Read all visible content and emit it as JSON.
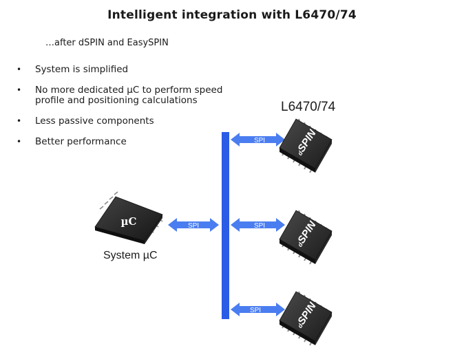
{
  "slide": {
    "title": "Intelligent integration with L6470/74",
    "subtitle": "…after dSPIN and EasySPIN",
    "bullets": [
      "System is simplified",
      "No more dedicated µC to perform speed profile and positioning calculations",
      "Less passive components",
      "Better performance"
    ]
  },
  "diagram": {
    "chip_label": "L6470/74",
    "mcu_chip_text": "µC",
    "mcu_label": "System µC",
    "chip_logo": "SPIN",
    "chip_logo_prefix": "d",
    "arrow_label": "SPI",
    "bus_color": "#2b5ce6",
    "arrow_color": "#4a7df0"
  }
}
